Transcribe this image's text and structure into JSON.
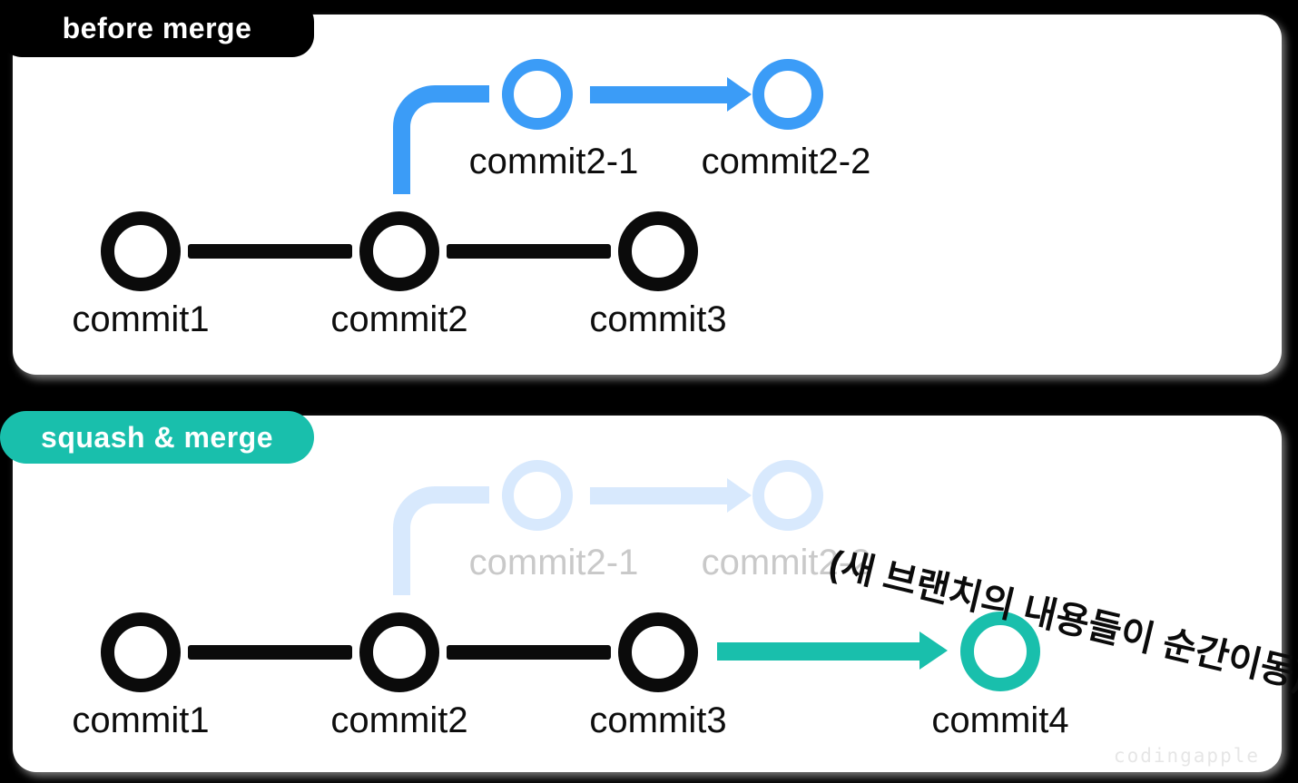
{
  "diagram": {
    "panels": [
      {
        "tag": "before merge",
        "main_commits": [
          "commit1",
          "commit2",
          "commit3"
        ],
        "branch_commits": [
          "commit2-1",
          "commit2-2"
        ]
      },
      {
        "tag": "squash & merge",
        "main_commits": [
          "commit1",
          "commit2",
          "commit3"
        ],
        "faded_branch_commits": [
          "commit2-1",
          "commit2-2"
        ],
        "new_commit": "commit4",
        "annotation": "(새 브랜치의 내용들이 순간이동)"
      }
    ],
    "watermark": "codingapple",
    "colors": {
      "background": "#000000",
      "panel_bg": "#FFFFFF",
      "node_black": "#0B0B0B",
      "branch_blue": "#3B9CF7",
      "faded_blue": "#D8E9FD",
      "faded_label_gray": "#C9C9C9",
      "merge_teal": "#19BFAC",
      "tab_before_bg": "#000000",
      "tab_squash_bg": "#19BFAC",
      "tab_text": "#FFFFFF",
      "watermark_gray": "#E6E6E6"
    }
  }
}
